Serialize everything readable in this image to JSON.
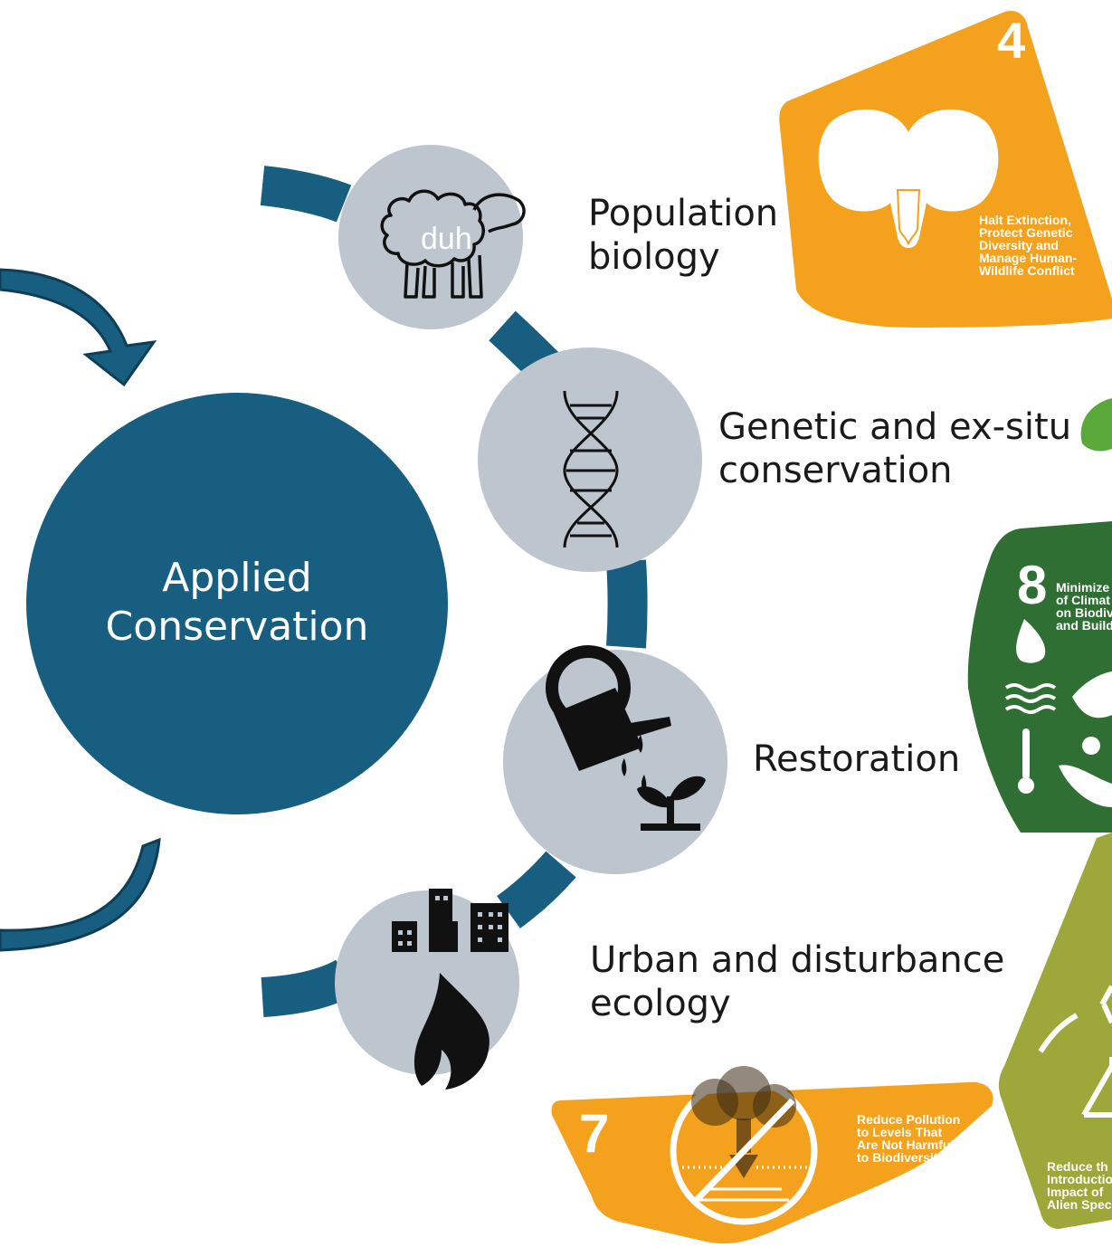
{
  "hub": {
    "line1": "Applied",
    "line2": "Conservation",
    "color": "#175e80"
  },
  "topics": [
    {
      "line1": "Population",
      "line2": "biology",
      "icon": "sheep-icon",
      "icon_text": "duh"
    },
    {
      "line1": "Genetic and ex-situ",
      "line2": "conservation",
      "icon": "dna-icon"
    },
    {
      "line1": "Restoration",
      "line2": "",
      "icon": "watering-can-plant-icon"
    },
    {
      "line1": "Urban and disturbance",
      "line2": "ecology",
      "icon": "city-fire-icon"
    }
  ],
  "cards": [
    {
      "number": "4",
      "text": [
        "Halt Extinction,",
        "Protect Genetic",
        "Diversity and",
        "Manage Human-",
        "Wildlife Conflict"
      ],
      "icon": "elephant-icon",
      "color": "#f4a21d"
    },
    {
      "number": "8",
      "text": [
        "Minimize",
        "of Climat",
        "on Biodiv",
        "and Build"
      ],
      "icon": "climate-icon",
      "color": "#2f6f33"
    },
    {
      "number": "",
      "text": [
        "Reduce th",
        "Introductio",
        "Impact of",
        "Alien Spec"
      ],
      "icon": "invasive-warning-icon",
      "color": "#9ea73a"
    },
    {
      "number": "7",
      "text": [
        "Reduce Pollution",
        "to Levels That",
        "Are Not Harmful",
        "to Biodiversity"
      ],
      "icon": "no-pollution-icon",
      "color": "#f4a21d"
    }
  ],
  "colors": {
    "circle": "#bdc5cf",
    "connector": "#175e80",
    "arrow": "#175e80",
    "arrow_dark": "#0f3d55",
    "leaf": "#5aa839"
  }
}
